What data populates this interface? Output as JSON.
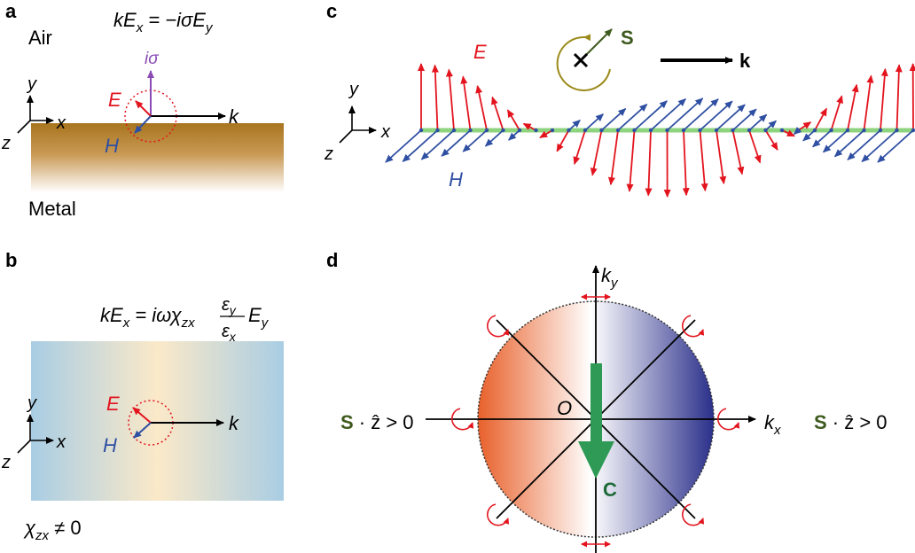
{
  "colors": {
    "red": "#e3141e",
    "blue": "#2f4fa2",
    "purple": "#8a4bb5",
    "olive": "#9b8a1a",
    "dark_green": "#3f5a1f",
    "green_arrow": "#2e9a55",
    "green_line": "#8ed47f",
    "metal_top": "#a8741e",
    "metal_bottom": "#ffffff",
    "slab_edge": "#a9cde4",
    "slab_center": "#fbe9c8",
    "disk_left": "#e8602a",
    "disk_right": "#2a2f8a"
  },
  "panel_a": {
    "letter": "a",
    "air": "Air",
    "metal": "Metal",
    "eq_lhs": "kE",
    "eq_lhs_sub": "x",
    "eq_rhs": " = −iσE",
    "eq_rhs_sub": "y",
    "i_sigma": "iσ",
    "axis_y": "y",
    "axis_x": "x",
    "axis_z": "z",
    "E": "E",
    "H": "H",
    "k": "k"
  },
  "panel_b": {
    "letter": "b",
    "eq_lhs": "kE",
    "eq_lhs_sub": "x",
    "eq_mid": " = iωχ",
    "eq_mid_sub": "zx",
    "frac_num": "ε",
    "frac_num_sub": "y",
    "frac_den": "ε",
    "frac_den_sub": "x",
    "eq_end": "E",
    "eq_end_sub": "y",
    "chi": "χ",
    "chi_sub": "zx",
    "chi_rel": " ≠ 0",
    "axis_y": "y",
    "axis_x": "x",
    "axis_z": "z",
    "E": "E",
    "H": "H",
    "k": "k"
  },
  "panel_c": {
    "letter": "c",
    "E": "E",
    "H": "H",
    "S": "S",
    "k": "k",
    "axis_y": "y",
    "axis_x": "x",
    "axis_z": "z"
  },
  "panel_d": {
    "letter": "d",
    "ky": "k",
    "ky_sub": "y",
    "kx": "k",
    "kx_sub": "x",
    "origin": "O",
    "C": "C",
    "left_S": "S",
    "left_rest": " · ẑ > 0",
    "right_S": "S",
    "right_rest": " · ẑ > 0"
  }
}
